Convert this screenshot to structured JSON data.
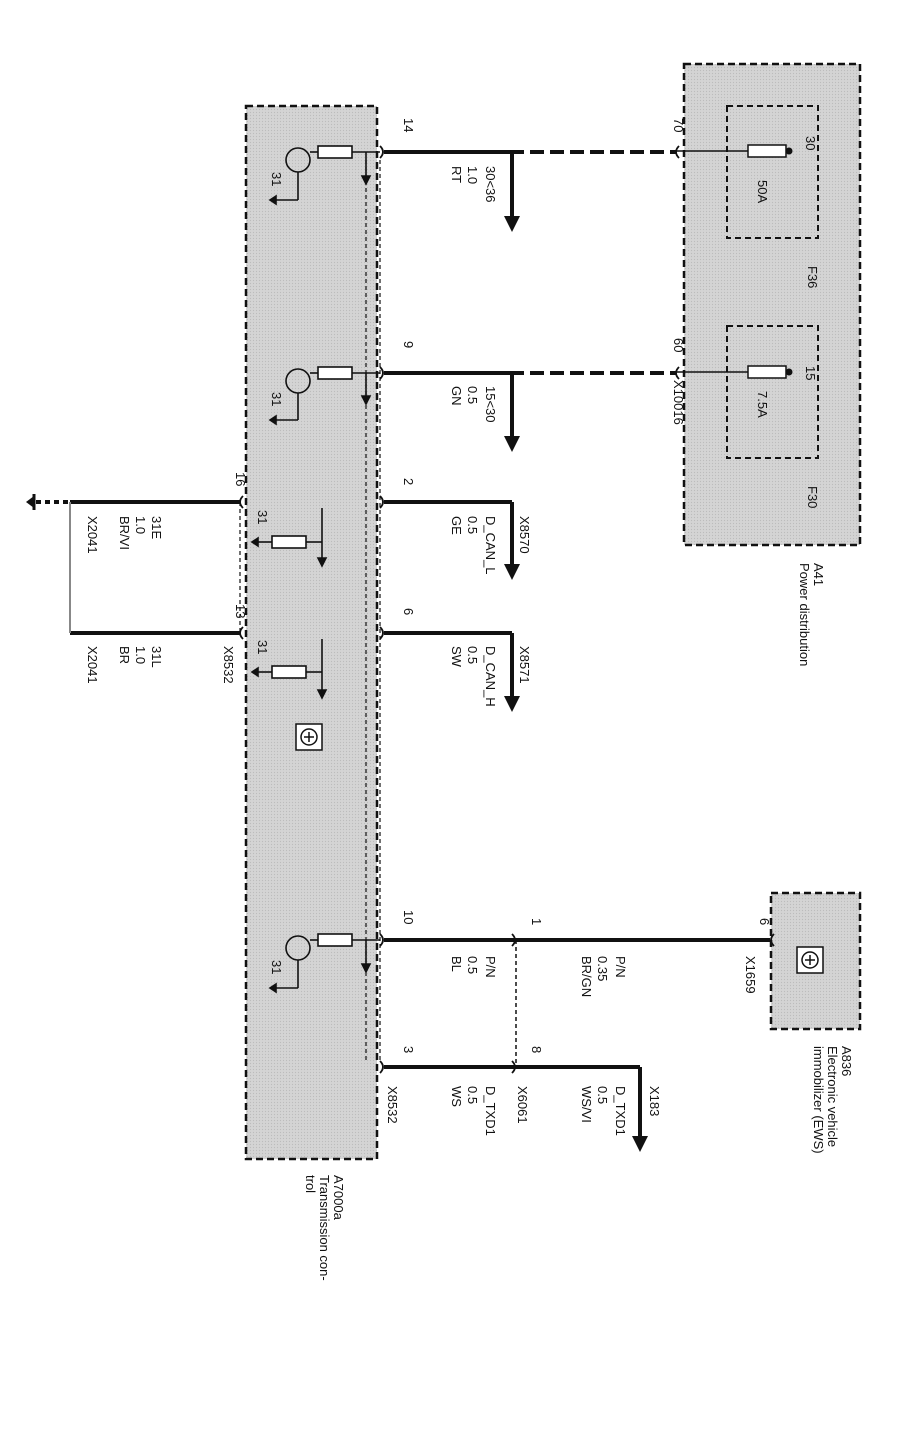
{
  "modules": {
    "power_distribution": {
      "id": "A41",
      "name": "Power distribution"
    },
    "transmission_control": {
      "id": "A7000a",
      "name_line1": "Transmission con-",
      "name_line2": "trol"
    },
    "ews": {
      "id": "A836",
      "name_line1": "Electronic vehicle",
      "name_line2": "immobilizer (EWS)"
    }
  },
  "fuses": {
    "f36": {
      "id": "F36",
      "terminal": "30",
      "rating": "50A",
      "pin": "70"
    },
    "f30": {
      "id": "F30",
      "terminal": "15",
      "rating": "7.5A",
      "pin": "60",
      "connector": "X10016"
    }
  },
  "wires": {
    "w14": {
      "pin": "14",
      "signal": "30<36",
      "size": "1.0",
      "color": "RT"
    },
    "w9": {
      "pin": "9",
      "signal": "15<30",
      "size": "0.5",
      "color": "GN"
    },
    "w2": {
      "pin": "2",
      "signal": "D_CAN_L",
      "size": "0.5",
      "color": "GE",
      "connector": "X8570"
    },
    "w6": {
      "pin": "6",
      "signal": "D_CAN_H",
      "size": "0.5",
      "color": "SW",
      "connector": "X8571"
    },
    "w16": {
      "pin": "16",
      "signal": "31E",
      "size": "1.0",
      "color": "BR/VI",
      "connector": "X2041"
    },
    "w13": {
      "pin": "13",
      "signal": "31L",
      "size": "1.0",
      "color": "BR",
      "connector": "X8532",
      "connector2": "X2041"
    },
    "w10": {
      "pin": "10",
      "signal": "P/N",
      "size": "0.5",
      "color": "BL"
    },
    "w1": {
      "pin": "1",
      "signal": "P/N",
      "size": "0.35",
      "color": "BR/GN"
    },
    "w6ews": {
      "pin": "6",
      "connector": "X1659"
    },
    "w3": {
      "pin": "3",
      "signal": "D_TXD1",
      "size": "0.5",
      "color": "WS",
      "connector": "X8532"
    },
    "w8": {
      "pin": "8",
      "signal": "D_TXD1",
      "size": "0.5",
      "color": "WS/VI",
      "connector": "X6061",
      "connector2": "X183"
    }
  },
  "ground": {
    "label": "31"
  }
}
